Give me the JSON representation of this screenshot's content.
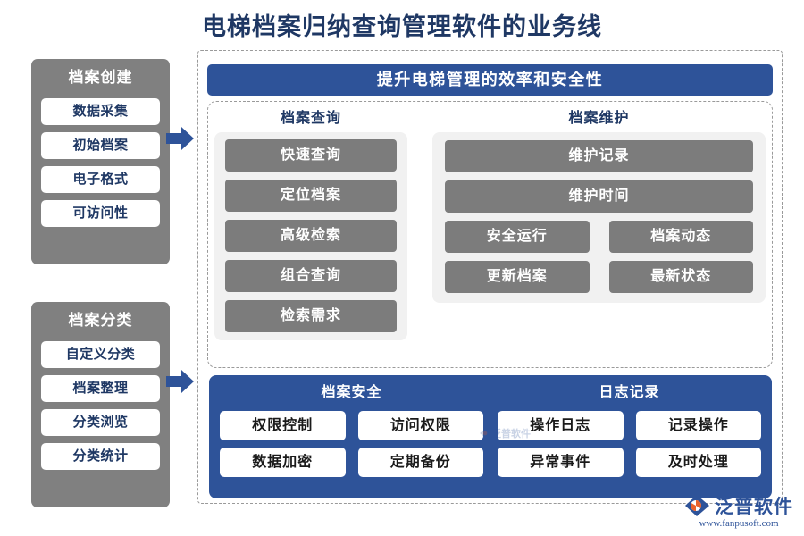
{
  "page": {
    "title": "电梯档案归纳查询管理软件的业务线"
  },
  "colors": {
    "title_navy": "#1f3864",
    "brand_blue": "#2e5399",
    "panel_gray": "#808080",
    "button_gray": "#7c7c7c",
    "card_gray": "#f1f1f1"
  },
  "left_panels": [
    {
      "title": "档案创建",
      "items": [
        "数据采集",
        "初始档案",
        "电子格式",
        "可访问性"
      ]
    },
    {
      "title": "档案分类",
      "items": [
        "自定义分类",
        "档案整理",
        "分类浏览",
        "分类统计"
      ]
    }
  ],
  "arrows": [
    {
      "name": "arrow-right-top"
    },
    {
      "name": "arrow-right-bottom"
    }
  ],
  "banner": {
    "text": "提升电梯管理的效率和安全性"
  },
  "query_section": {
    "title": "档案查询",
    "items": [
      "快速查询",
      "定位档案",
      "高级检索",
      "组合查询",
      "检索需求"
    ]
  },
  "maintenance_section": {
    "title": "档案维护",
    "full_items": [
      "维护记录",
      "维护时间"
    ],
    "pair_rows": [
      [
        "安全运行",
        "档案动态"
      ],
      [
        "更新档案",
        "最新状态"
      ]
    ]
  },
  "bottom_sections": [
    {
      "title": "档案安全",
      "items": [
        "权限控制",
        "访问权限",
        "数据加密",
        "定期备份"
      ]
    },
    {
      "title": "日志记录",
      "items": [
        "操作日志",
        "记录操作",
        "异常事件",
        "及时处理"
      ]
    }
  ],
  "logo": {
    "name": "泛普软件",
    "url": "www.fanpusoft.com",
    "watermark": "泛普软件"
  }
}
